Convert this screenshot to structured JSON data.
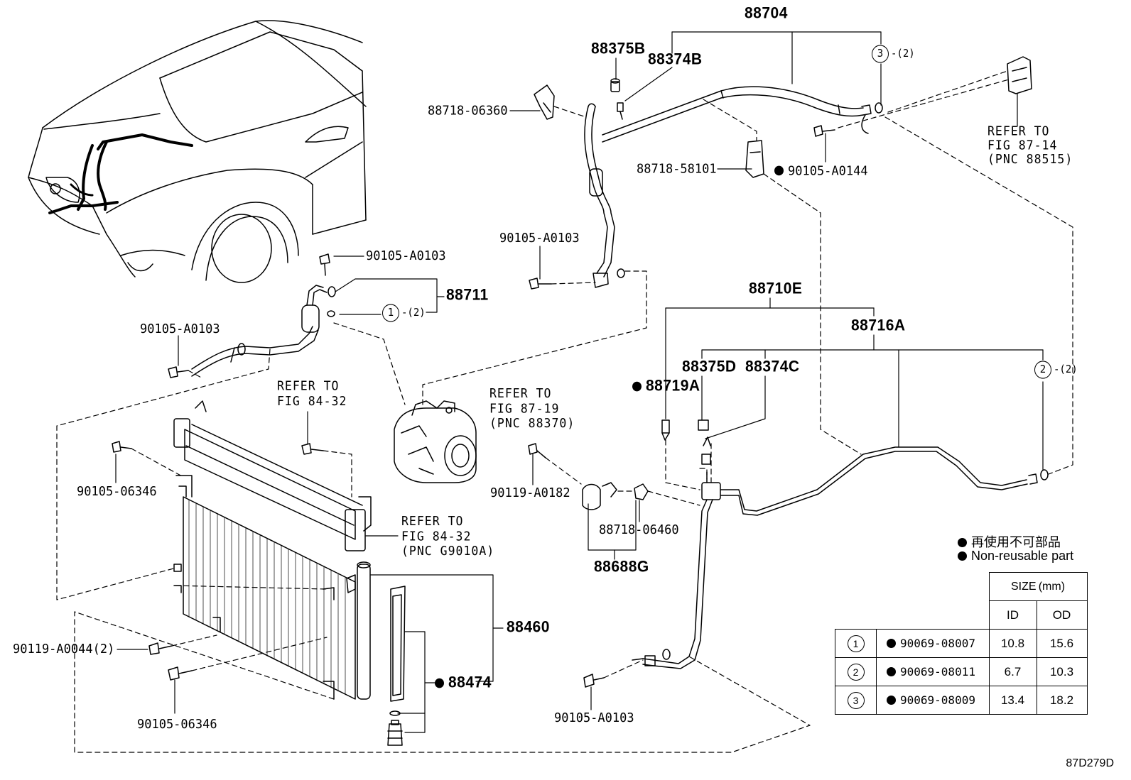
{
  "parts": {
    "p88704": "88704",
    "p88375B": "88375B",
    "p88374B": "88374B",
    "p88718_06360": "88718-06360",
    "p88718_58101": "88718-58101",
    "p90105_A0144": "90105-A0144",
    "p90105_A0103_top": "90105-A0103",
    "p88711": "88711",
    "p90105_A0103_left": "90105-A0103",
    "p90105_A0103_mid": "90105-A0103",
    "p88710E": "88710E",
    "p88716A": "88716A",
    "p88719A": "88719A",
    "p88375D": "88375D",
    "p88374C": "88374C",
    "p90105_06346_top": "90105-06346",
    "p90119_A0182": "90119-A0182",
    "p88718_06460": "88718-06460",
    "p88688G": "88688G",
    "p88460": "88460",
    "p88474": "88474",
    "p90119_A0044": "90119-A0044(2)",
    "p90105_06346_bot": "90105-06346",
    "p90105_A0103_bot": "90105-A0103"
  },
  "refs": {
    "r1": [
      "REFER TO",
      "FIG 87-14",
      "(PNC 88515)"
    ],
    "r2": [
      "REFER TO",
      "FIG 84-32"
    ],
    "r3": [
      "REFER TO",
      "FIG 87-19",
      "(PNC 88370)"
    ],
    "r4": [
      "REFER TO",
      "FIG 84-32",
      "(PNC G9010A)"
    ]
  },
  "callouts": {
    "c3": "3",
    "c3_qty": "-(2)",
    "c1": "1",
    "c1_qty": "-(2)",
    "c2": "2",
    "c2_qty": "-(2)"
  },
  "legend": {
    "jp": "再使用不可部品",
    "en": "Non-reusable part"
  },
  "size_table": {
    "header": "SIZE (mm)",
    "col_id": "ID",
    "col_od": "OD",
    "rows": [
      {
        "no": "1",
        "code": "90069-08007",
        "id": "10.8",
        "od": "15.6"
      },
      {
        "no": "2",
        "code": "90069-08011",
        "id": "6.7",
        "od": "10.3"
      },
      {
        "no": "3",
        "code": "90069-08009",
        "id": "13.4",
        "od": "18.2"
      }
    ]
  },
  "figure_id": "87D279D"
}
